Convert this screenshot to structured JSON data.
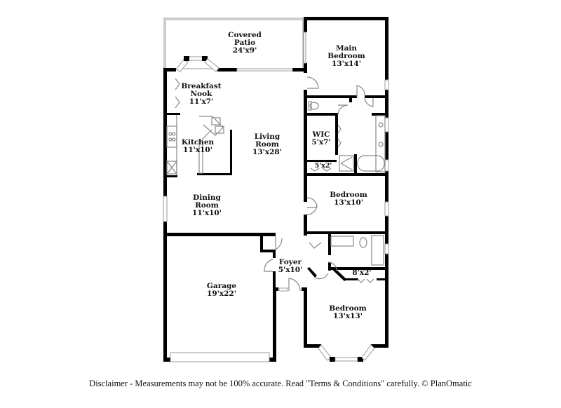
{
  "floorplan": {
    "rooms": [
      {
        "id": "covered-patio",
        "name_lines": [
          "Covered",
          "Patio"
        ],
        "dimensions": "24'x9'"
      },
      {
        "id": "main-bedroom",
        "name_lines": [
          "Main",
          "Bedroom"
        ],
        "dimensions": "13'x14'"
      },
      {
        "id": "breakfast-nook",
        "name_lines": [
          "Breakfast",
          "Nook"
        ],
        "dimensions": "11'x7'"
      },
      {
        "id": "kitchen",
        "name_lines": [
          "Kitchen"
        ],
        "dimensions": "11'x10'"
      },
      {
        "id": "living-room",
        "name_lines": [
          "Living",
          "Room"
        ],
        "dimensions": "13'x28'"
      },
      {
        "id": "wic",
        "name_lines": [
          "WIC"
        ],
        "dimensions": "5'x7'"
      },
      {
        "id": "closet-main",
        "name_lines": [],
        "dimensions": "5'x2'"
      },
      {
        "id": "bedroom-2",
        "name_lines": [
          "Bedroom"
        ],
        "dimensions": "13'x10'"
      },
      {
        "id": "dining-room",
        "name_lines": [
          "Dining",
          "Room"
        ],
        "dimensions": "11'x10'"
      },
      {
        "id": "foyer",
        "name_lines": [
          "Foyer"
        ],
        "dimensions": "5'x10'"
      },
      {
        "id": "closet-bedroom-3",
        "name_lines": [],
        "dimensions": "8'x2'"
      },
      {
        "id": "garage",
        "name_lines": [
          "Garage"
        ],
        "dimensions": "19'x22'"
      },
      {
        "id": "bedroom-3",
        "name_lines": [
          "Bedroom"
        ],
        "dimensions": "13'x13'"
      }
    ]
  },
  "footer": {
    "disclaimer": "Disclaimer - Measurements may not be 100% accurate. Read \"Terms & Conditions\" carefully. © PlanOmatic"
  }
}
